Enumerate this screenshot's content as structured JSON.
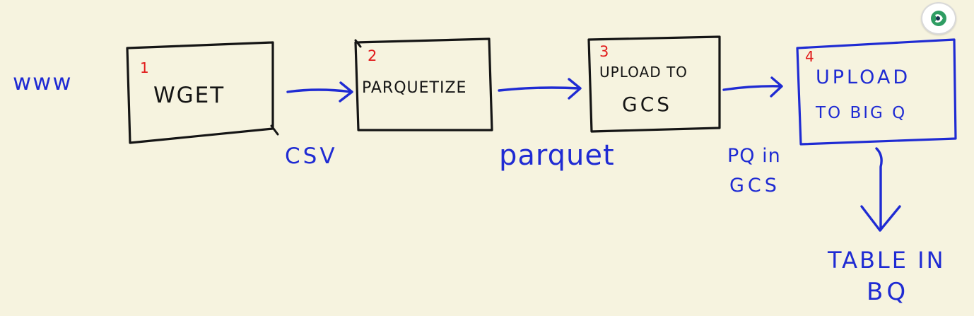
{
  "source_label": "www",
  "steps": [
    {
      "number": "1",
      "label_lines": [
        "WGET"
      ]
    },
    {
      "number": "2",
      "label_lines": [
        "PARQUETIZE"
      ]
    },
    {
      "number": "3",
      "label_lines": [
        "UPLOAD TO",
        "GCS"
      ]
    },
    {
      "number": "4",
      "label_lines": [
        "UPLOAD",
        "TO BIG Q"
      ]
    }
  ],
  "edge_labels": {
    "csv": "CSV",
    "parquet": "parquet",
    "pq_in_gcs": [
      "PQ in",
      "GCS"
    ]
  },
  "output_label": [
    "TABLE IN",
    "BQ"
  ],
  "colors": {
    "background": "#f6f3df",
    "ink_black": "#151515",
    "ink_blue": "#1f2bd3",
    "ink_red": "#e11b1b",
    "badge_fill": "#ffffff",
    "badge_green": "#2f9d63"
  }
}
